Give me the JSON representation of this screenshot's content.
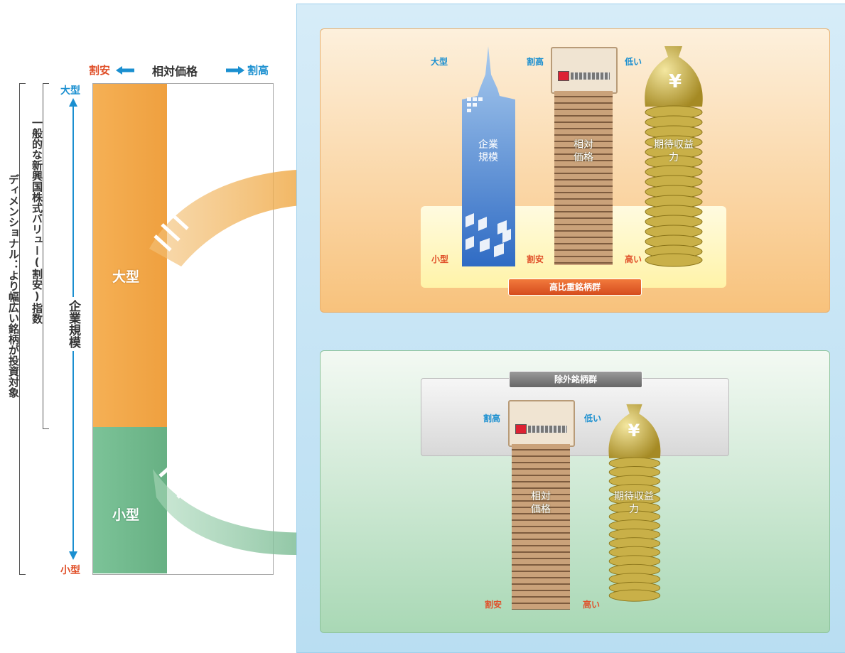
{
  "left": {
    "cheap": "割安",
    "relative_price": "相対価格",
    "expensive": "割高",
    "large": "大型",
    "small": "小型",
    "company_size": "企業規模",
    "segment_large": "大型",
    "segment_small": "小型",
    "bracket_inner": "一般的な新興国株式バリュー(割安)指数",
    "bracket_outer": "ディメンショナル：より幅広い銘柄が投資対象"
  },
  "top_panel": {
    "label_large": "大型",
    "label_small": "小型",
    "label_expensive": "割高",
    "label_cheap": "割安",
    "label_low": "低い",
    "label_high": "高い",
    "building_text": "企業規模",
    "price_text": "相対価格",
    "earnings_text": "期待収益力",
    "group_title": "高比重銘柄群",
    "yen": "¥"
  },
  "bottom_panel": {
    "group_title": "除外銘柄群",
    "label_expensive": "割高",
    "label_cheap": "割安",
    "label_low": "低い",
    "label_high": "高い",
    "price_text": "相対価格",
    "earnings_text": "期待収益力",
    "yen": "¥"
  },
  "colors": {
    "orange": "#f1a03c",
    "green": "#6db58a",
    "blue_accent": "#1a8fd0",
    "red_accent": "#e0502a"
  }
}
